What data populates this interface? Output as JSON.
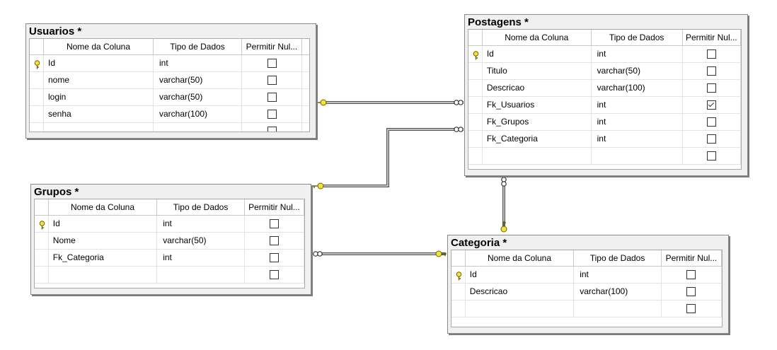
{
  "colors": {
    "key_fill": "#f2e23b",
    "key_stroke": "#6e6200",
    "line": "#555555",
    "window_bg": "#f0f0f0"
  },
  "icons": {
    "primary_key": "key-icon",
    "one_end": "key-icon",
    "many_end": "infinity-icon"
  },
  "column_headers": {
    "name": "Nome da Coluna",
    "type": "Tipo de Dados",
    "nullable": "Permitir Nul..."
  },
  "tables": {
    "usuarios": {
      "title": "Usuarios *",
      "rows": [
        {
          "name": "Id",
          "type": "int",
          "nullable": false,
          "pk": true
        },
        {
          "name": "nome",
          "type": "varchar(50)",
          "nullable": false
        },
        {
          "name": "login",
          "type": "varchar(50)",
          "nullable": false
        },
        {
          "name": "senha",
          "type": "varchar(100)",
          "nullable": false
        },
        {
          "name": "",
          "type": "",
          "nullable": false
        }
      ]
    },
    "postagens": {
      "title": "Postagens *",
      "rows": [
        {
          "name": "Id",
          "type": "int",
          "nullable": false,
          "pk": true
        },
        {
          "name": "Titulo",
          "type": "varchar(50)",
          "nullable": false
        },
        {
          "name": "Descricao",
          "type": "varchar(100)",
          "nullable": false
        },
        {
          "name": "Fk_Usuarios",
          "type": "int",
          "nullable": true
        },
        {
          "name": "Fk_Grupos",
          "type": "int",
          "nullable": false
        },
        {
          "name": "Fk_Categoria",
          "type": "int",
          "nullable": false
        },
        {
          "name": "",
          "type": "",
          "nullable": false
        }
      ]
    },
    "grupos": {
      "title": "Grupos *",
      "rows": [
        {
          "name": "Id",
          "type": "int",
          "nullable": false,
          "pk": true
        },
        {
          "name": "Nome",
          "type": "varchar(50)",
          "nullable": false
        },
        {
          "name": "Fk_Categoria",
          "type": "int",
          "nullable": false
        },
        {
          "name": "",
          "type": "",
          "nullable": false
        }
      ]
    },
    "categoria": {
      "title": "Categoria *",
      "rows": [
        {
          "name": "Id",
          "type": "int",
          "nullable": false,
          "pk": true
        },
        {
          "name": "Descricao",
          "type": "varchar(100)",
          "nullable": false
        },
        {
          "name": "",
          "type": "",
          "nullable": false
        }
      ]
    }
  },
  "relationships": [
    {
      "from": "postagens",
      "from_column": "Fk_Usuarios",
      "to": "usuarios",
      "to_column": "Id",
      "cardinality": "many-to-one"
    },
    {
      "from": "postagens",
      "from_column": "Fk_Grupos",
      "to": "grupos",
      "to_column": "Id",
      "cardinality": "many-to-one"
    },
    {
      "from": "postagens",
      "from_column": "Fk_Categoria",
      "to": "categoria",
      "to_column": "Id",
      "cardinality": "many-to-one"
    },
    {
      "from": "grupos",
      "from_column": "Fk_Categoria",
      "to": "categoria",
      "to_column": "Id",
      "cardinality": "many-to-one"
    }
  ]
}
